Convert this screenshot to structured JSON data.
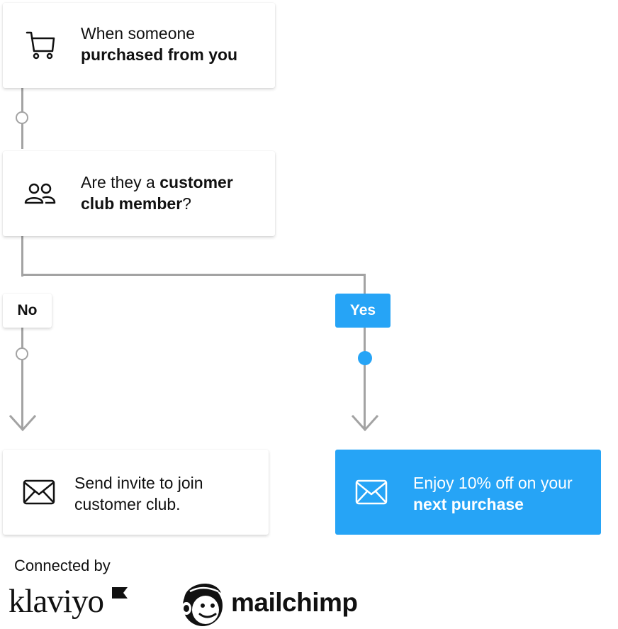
{
  "trigger": {
    "text_1": "When someone",
    "text_2": "purchased from you",
    "icon": "cart-icon"
  },
  "condition": {
    "text_1": "Are they a ",
    "text_2": "customer",
    "text_3": "club member",
    "text_4": "?",
    "icon": "people-icon"
  },
  "branches": {
    "no_label": "No",
    "yes_label": "Yes"
  },
  "actions": {
    "no": {
      "text_1": "Send invite to join",
      "text_2": "customer club.",
      "icon": "envelope-icon"
    },
    "yes": {
      "text_1": "Enjoy 10% off on your",
      "text_2": "next purchase",
      "icon": "envelope-icon"
    }
  },
  "footer": {
    "connected_label": "Connected by",
    "logo_1": "klaviyo",
    "logo_2": "mailchimp"
  },
  "colors": {
    "accent": "#26a4f6",
    "connector": "#a3a3a3"
  }
}
